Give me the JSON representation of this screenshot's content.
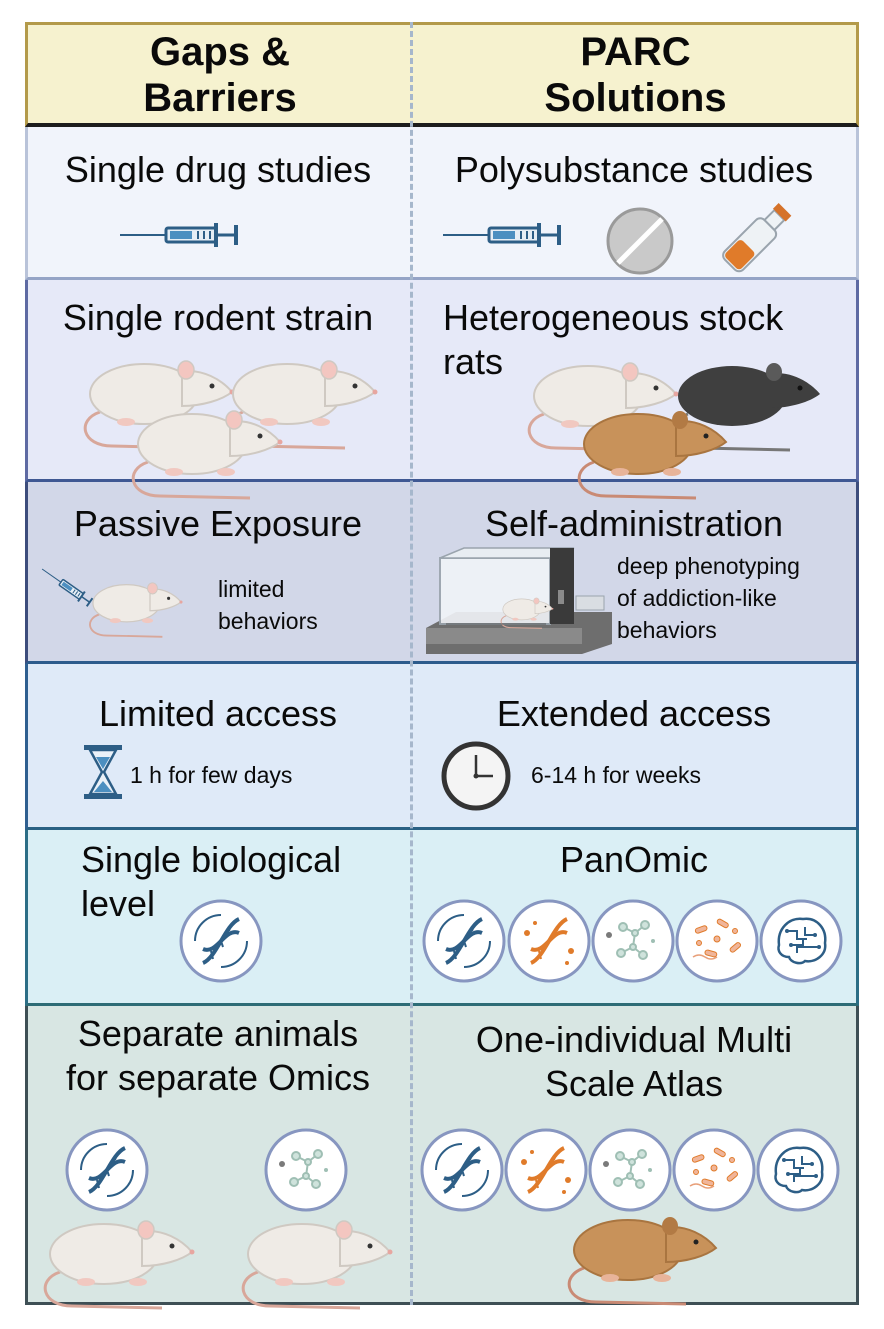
{
  "header": {
    "left": "Gaps &\nBarriers",
    "right": "PARC\nSolutions"
  },
  "rows": [
    {
      "left": "Single drug studies",
      "right": "Polysubstance studies"
    },
    {
      "left": "Single rodent strain",
      "right": "Heterogeneous stock\nrats"
    },
    {
      "left": "Passive Exposure",
      "left_note": "limited\nbehaviors",
      "right": "Self-administration",
      "right_note": "deep phenotyping\nof addiction-like\nbehaviors"
    },
    {
      "left": "Limited access",
      "left_note": "1 h for few days",
      "right": "Extended access",
      "right_note": "6-14 h for weeks"
    },
    {
      "left": "Single biological\nlevel",
      "right": "PanOmic"
    },
    {
      "left": "Separate animals\nfor separate Omics",
      "right": "One-individual Multi\nScale Atlas"
    }
  ],
  "colors": {
    "header_bg": "#f6f2cf",
    "row1_bg": "#f1f4fb",
    "row2_bg": "#e6e9f8",
    "row3_bg": "#d2d7e8",
    "row4_bg": "#dfeaf8",
    "row5_bg": "#daeff5",
    "row6_bg": "#d8e6e3",
    "dna_blue": "#2d5e86",
    "dna_orange": "#e07b2a",
    "rat_white": "#efebe6",
    "rat_dark": "#3f3f3f",
    "rat_brown": "#c8925a"
  },
  "icons": [
    "syringe-icon",
    "pill-icon",
    "bottle-icon",
    "rat-icon",
    "hourglass-icon",
    "clock-icon",
    "dna-icon",
    "molecule-icon",
    "microbiome-icon",
    "brain-circuit-icon",
    "operant-chamber-icon"
  ]
}
